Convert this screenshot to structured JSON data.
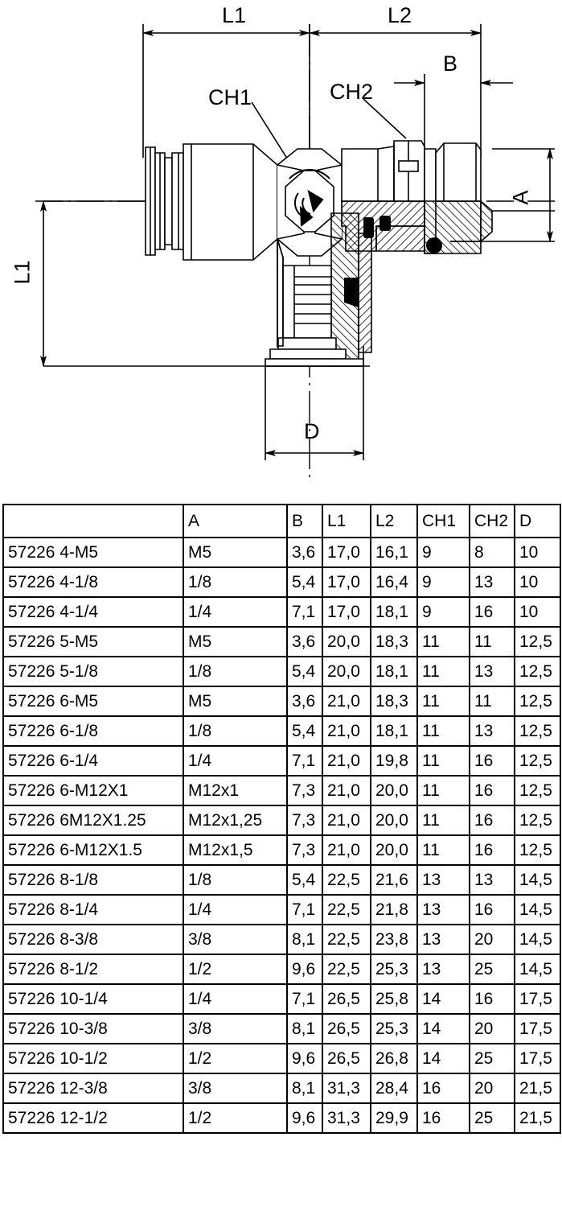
{
  "drawing": {
    "title": "Pneumatic push-in swivel T-fitting cross-section drawing",
    "dimension_labels": {
      "l1_top": "L1",
      "l2_top": "L2",
      "b_top": "B",
      "ch1": "CH1",
      "ch2": "CH2",
      "l1_left": "L1",
      "a_right": "A",
      "d_bottom": "D"
    }
  },
  "table": {
    "headers": [
      "",
      "A",
      "B",
      "L1",
      "L2",
      "CH1",
      "CH2",
      "D"
    ],
    "rows": [
      {
        "code": "57226 4-M5",
        "A": "M5",
        "B": "3,6",
        "L1": "17,0",
        "L2": "16,1",
        "CH1": "9",
        "CH2": "8",
        "D": "10"
      },
      {
        "code": "57226 4-1/8",
        "A": "1/8",
        "B": "5,4",
        "L1": "17,0",
        "L2": "16,4",
        "CH1": "9",
        "CH2": "13",
        "D": "10"
      },
      {
        "code": "57226 4-1/4",
        "A": "1/4",
        "B": "7,1",
        "L1": "17,0",
        "L2": "18,1",
        "CH1": "9",
        "CH2": "16",
        "D": "10"
      },
      {
        "code": "57226 5-M5",
        "A": "M5",
        "B": "3,6",
        "L1": "20,0",
        "L2": "18,3",
        "CH1": "11",
        "CH2": "11",
        "D": "12,5"
      },
      {
        "code": "57226 5-1/8",
        "A": "1/8",
        "B": "5,4",
        "L1": "20,0",
        "L2": "18,1",
        "CH1": "11",
        "CH2": "13",
        "D": "12,5"
      },
      {
        "code": "57226 6-M5",
        "A": "M5",
        "B": "3,6",
        "L1": "21,0",
        "L2": "18,3",
        "CH1": "11",
        "CH2": "11",
        "D": "12,5"
      },
      {
        "code": "57226 6-1/8",
        "A": "1/8",
        "B": "5,4",
        "L1": "21,0",
        "L2": "18,1",
        "CH1": "11",
        "CH2": "13",
        "D": "12,5"
      },
      {
        "code": "57226 6-1/4",
        "A": "1/4",
        "B": "7,1",
        "L1": "21,0",
        "L2": "19,8",
        "CH1": "11",
        "CH2": "16",
        "D": "12,5"
      },
      {
        "code": "57226 6-M12X1",
        "A": "M12x1",
        "B": "7,3",
        "L1": "21,0",
        "L2": "20,0",
        "CH1": "11",
        "CH2": "16",
        "D": "12,5"
      },
      {
        "code": "57226 6M12X1.25",
        "A": "M12x1,25",
        "B": "7,3",
        "L1": "21,0",
        "L2": "20,0",
        "CH1": "11",
        "CH2": "16",
        "D": "12,5"
      },
      {
        "code": "57226 6-M12X1.5",
        "A": "M12x1,5",
        "B": "7,3",
        "L1": "21,0",
        "L2": "20,0",
        "CH1": "11",
        "CH2": "16",
        "D": "12,5"
      },
      {
        "code": "57226 8-1/8",
        "A": "1/8",
        "B": "5,4",
        "L1": "22,5",
        "L2": "21,6",
        "CH1": "13",
        "CH2": "13",
        "D": "14,5"
      },
      {
        "code": "57226 8-1/4",
        "A": "1/4",
        "B": "7,1",
        "L1": "22,5",
        "L2": "21,8",
        "CH1": "13",
        "CH2": "16",
        "D": "14,5"
      },
      {
        "code": "57226 8-3/8",
        "A": "3/8",
        "B": "8,1",
        "L1": "22,5",
        "L2": "23,8",
        "CH1": "13",
        "CH2": "20",
        "D": "14,5"
      },
      {
        "code": "57226 8-1/2",
        "A": "1/2",
        "B": "9,6",
        "L1": "22,5",
        "L2": "25,3",
        "CH1": "13",
        "CH2": "25",
        "D": "14,5"
      },
      {
        "code": "57226 10-1/4",
        "A": "1/4",
        "B": "7,1",
        "L1": "26,5",
        "L2": "25,8",
        "CH1": "14",
        "CH2": "16",
        "D": "17,5"
      },
      {
        "code": "57226 10-3/8",
        "A": "3/8",
        "B": "8,1",
        "L1": "26,5",
        "L2": "25,3",
        "CH1": "14",
        "CH2": "20",
        "D": "17,5"
      },
      {
        "code": "57226 10-1/2",
        "A": "1/2",
        "B": "9,6",
        "L1": "26,5",
        "L2": "26,8",
        "CH1": "14",
        "CH2": "25",
        "D": "17,5"
      },
      {
        "code": "57226 12-3/8",
        "A": "3/8",
        "B": "8,1",
        "L1": "31,3",
        "L2": "28,4",
        "CH1": "16",
        "CH2": "20",
        "D": "21,5"
      },
      {
        "code": "57226 12-1/2",
        "A": "1/2",
        "B": "9,6",
        "L1": "31,3",
        "L2": "29,9",
        "CH1": "16",
        "CH2": "25",
        "D": "21,5"
      }
    ]
  },
  "colors": {
    "line": "#000000",
    "background": "#ffffff"
  }
}
